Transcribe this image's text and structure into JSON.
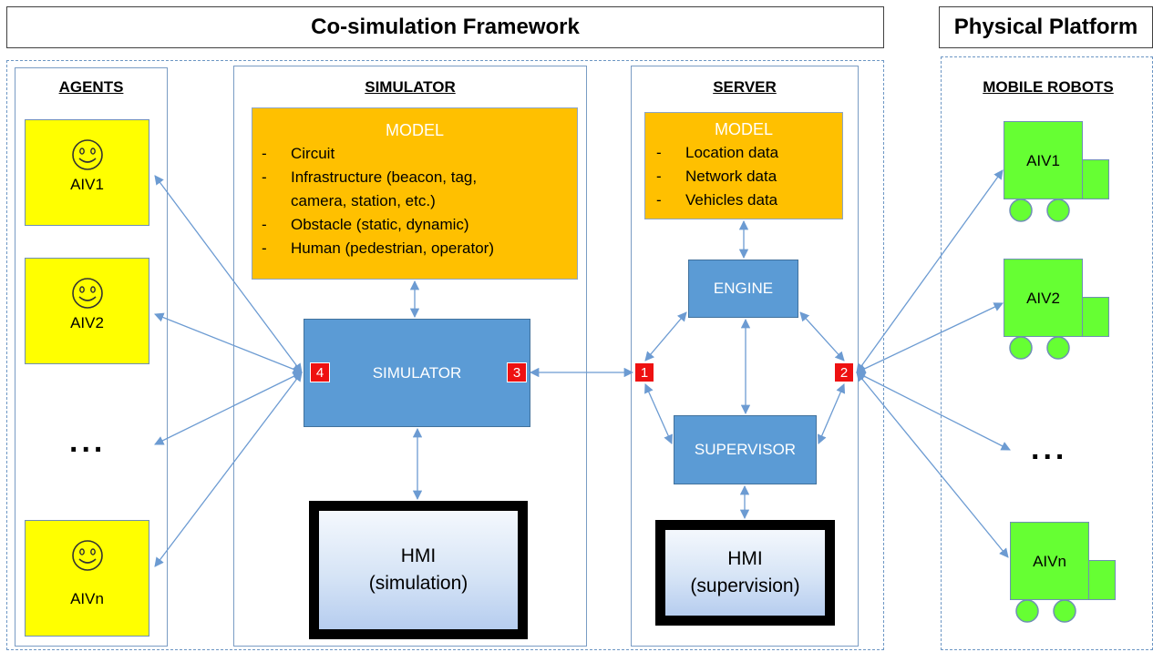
{
  "header": {
    "framework_title": "Co-simulation Framework",
    "platform_title": "Physical Platform"
  },
  "agents": {
    "title": "AGENTS",
    "items": [
      "AIV1",
      "AIV2",
      "AIVn"
    ],
    "ellipsis": "..."
  },
  "simulator_panel": {
    "title": "SIMULATOR",
    "model": {
      "title": "MODEL",
      "items": [
        "Circuit",
        "Infrastructure (beacon, tag,",
        "camera, station, etc.)",
        "Obstacle (static, dynamic)",
        "Human (pedestrian, operator)"
      ],
      "dashes": [
        "-",
        "-",
        "",
        "-",
        "-"
      ]
    },
    "block_label": "SIMULATOR",
    "hmi": {
      "line1": "HMI",
      "line2": "(simulation)"
    }
  },
  "server_panel": {
    "title": "SERVER",
    "model": {
      "title": "MODEL",
      "items": [
        "Location data",
        "Network data",
        "Vehicles data"
      ],
      "dashes": [
        "-",
        "-",
        "-"
      ]
    },
    "engine_label": "ENGINE",
    "supervisor_label": "SUPERVISOR",
    "hmi": {
      "line1": "HMI",
      "line2": "(supervision)"
    }
  },
  "ports": [
    "1",
    "2",
    "3",
    "4"
  ],
  "robots": {
    "title": "MOBILE ROBOTS",
    "items": [
      "AIV1",
      "AIV2",
      "AIVn"
    ],
    "ellipsis": "..."
  },
  "colors": {
    "agent_fill": "#ffff00",
    "model_fill": "#ffc000",
    "block_fill": "#5b9bd5",
    "port_fill": "#ee1111",
    "robot_fill": "#66ff33",
    "arrow": "#6c9bd2"
  }
}
